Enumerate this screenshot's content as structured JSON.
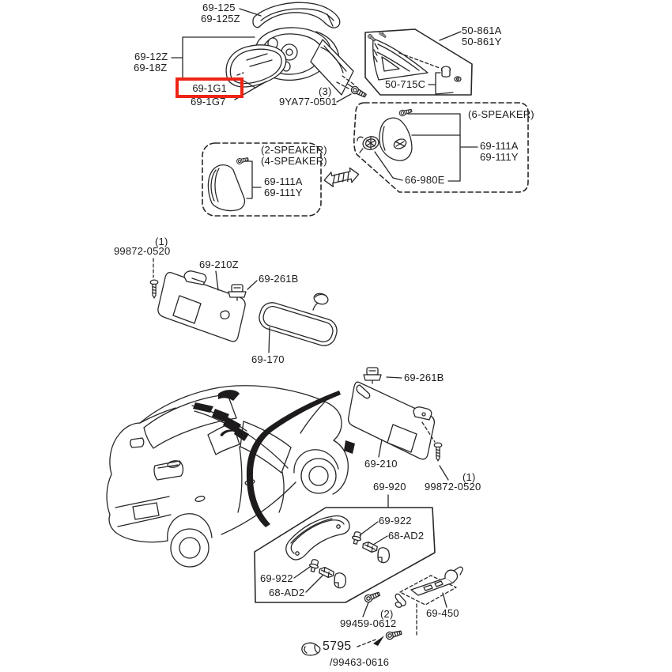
{
  "colors": {
    "line": "#2a2728",
    "text": "#1d1b1b",
    "highlight": "#ee2416"
  },
  "mirror_assembly": {
    "cover": "69-125",
    "cover_alt": "69-125Z",
    "assembly": "69-12Z",
    "assembly_alt": "69-18Z",
    "glass": "69-1G1",
    "glass_alt": "69-1G7",
    "screw_qty": "(3)",
    "screw": "9YA77-0501"
  },
  "corner_garnish": {
    "part": "50-861A",
    "part_alt": "50-861Y",
    "fastener": "50-715C"
  },
  "speakers_24": {
    "variant1": "(2-SPEAKER)",
    "variant2": "(4-SPEAKER)",
    "cover": "69-111A",
    "cover_alt": "69-111Y"
  },
  "speakers_6": {
    "variant": "(6-SPEAKER)",
    "cover": "69-111A",
    "cover_alt": "69-111Y",
    "tweeter": "66-980E"
  },
  "sunvisor_left": {
    "screw_qty": "(1)",
    "screw": "99872-0520",
    "visor": "69-210Z",
    "holder": "69-261B"
  },
  "rearview_mirror": {
    "part": "69-170"
  },
  "sunvisor_right": {
    "holder": "69-261B",
    "visor": "69-210",
    "screw_qty": "(1)",
    "screw": "99872-0520"
  },
  "assist_handle": {
    "assembly": "69-920",
    "pin_upper": "69-922",
    "clip_upper": "68-AD2",
    "pin_lower": "69-922",
    "clip_lower": "68-AD2"
  },
  "hanger_bracket": {
    "screw_qty": "(2)",
    "screw": "99459-0612",
    "part": "69-450"
  },
  "footnote": {
    "ref": "5795",
    "code": "/99463-0616"
  }
}
